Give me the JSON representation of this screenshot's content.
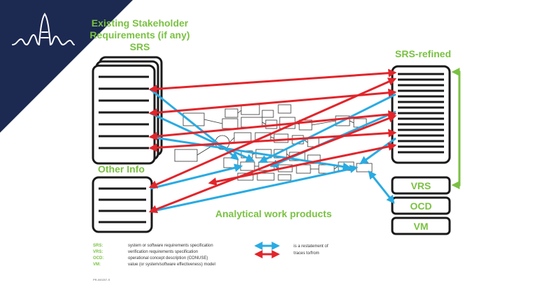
{
  "titles": {
    "existing_line1": "Existing Stakeholder",
    "existing_line2": "Requirements (if any)",
    "existing_line3": "SRS",
    "srs_refined": "SRS-refined",
    "other_info": "Other Info",
    "analytical": "Analytical work products"
  },
  "boxes": {
    "vrs": "VRS",
    "ocd": "OCD",
    "vm": "VM"
  },
  "legend": {
    "abbreviations": [
      {
        "abbr": "SRS:",
        "desc": "system or software requirements specification"
      },
      {
        "abbr": "VRS:",
        "desc": "verification requirements specification"
      },
      {
        "abbr": "OCD:",
        "desc": "operational concept description (CONUSE)"
      },
      {
        "abbr": "VM:",
        "desc": "value (or system/software effectiveness) model"
      }
    ],
    "arrows": [
      {
        "label": "is a restatement of",
        "color": "#29abe2"
      },
      {
        "label": "traces to/from",
        "color": "#e1252b"
      }
    ]
  },
  "doc_id": "PR-000207-S",
  "colors": {
    "navy": "#1c2951",
    "green": "#7ac142",
    "blue": "#29abe2",
    "red": "#e1252b"
  }
}
